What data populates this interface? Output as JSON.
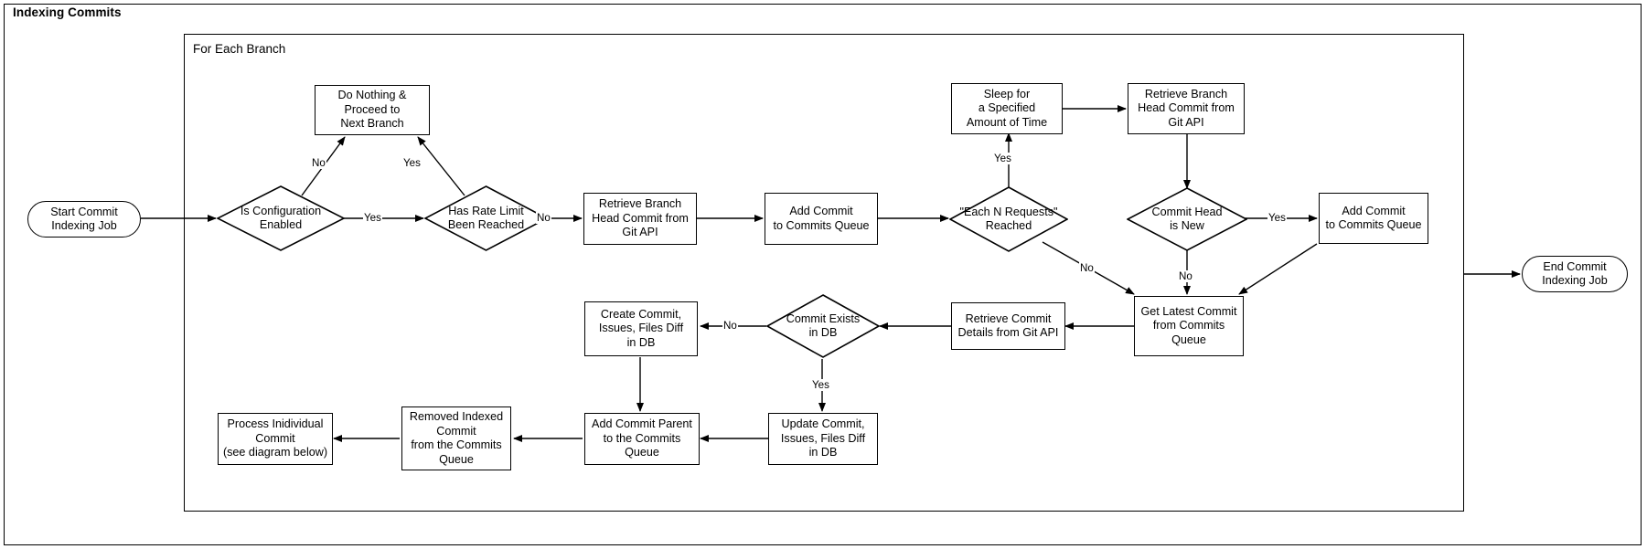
{
  "diagram": {
    "title": "Indexing Commits",
    "group_title": "For Each Branch",
    "type": "flowchart"
  },
  "nodes": {
    "start": "Start Commit\nIndexing Job",
    "is_config_enabled": "Is Configuration\nEnabled",
    "do_nothing": "Do Nothing &\nProceed to\nNext Branch",
    "rate_limit": "Has Rate Limit\nBeen Reached",
    "retrieve_branch_head_1": "Retrieve Branch\nHead Commit from\nGit API",
    "add_commit_queue_1": "Add Commit\nto Commits Queue",
    "each_n_requests": "\"Each N Requests\"\nReached",
    "sleep": "Sleep for\na Specified\nAmount of Time",
    "retrieve_branch_head_2": "Retrieve Branch\nHead Commit from\nGit API",
    "commit_head_is_new": "Commit Head\nis New",
    "add_commit_queue_2": "Add Commit\nto Commits Queue",
    "get_latest_commit": "Get Latest Commit\nfrom Commits Queue",
    "retrieve_commit_details": "Retrieve Commit\nDetails from Git API",
    "commit_exists_in_db": "Commit Exists\nin DB",
    "create_commit": "Create Commit,\nIssues, Files Diff\nin DB",
    "update_commit": "Update Commit,\nIssues, Files Diff\nin DB",
    "add_commit_parent": "Add Commit Parent\nto the Commits\nQueue",
    "removed_indexed_commit": "Removed Indexed\nCommit\nfrom the Commits\nQueue",
    "process_individual": "Process Inidividual\nCommit\n(see diagram below)",
    "end": "End Commit\nIndexing Job"
  },
  "edge_labels": {
    "config_no": "No",
    "config_yes": "Yes",
    "ratelimit_yes": "Yes",
    "ratelimit_no": "No",
    "eachn_yes": "Yes",
    "eachn_no": "No",
    "head_new_yes": "Yes",
    "head_new_no": "No",
    "exists_no": "No",
    "exists_yes": "Yes"
  },
  "colors": {
    "stroke": "#000000",
    "fill": "#ffffff",
    "text": "#000000"
  }
}
